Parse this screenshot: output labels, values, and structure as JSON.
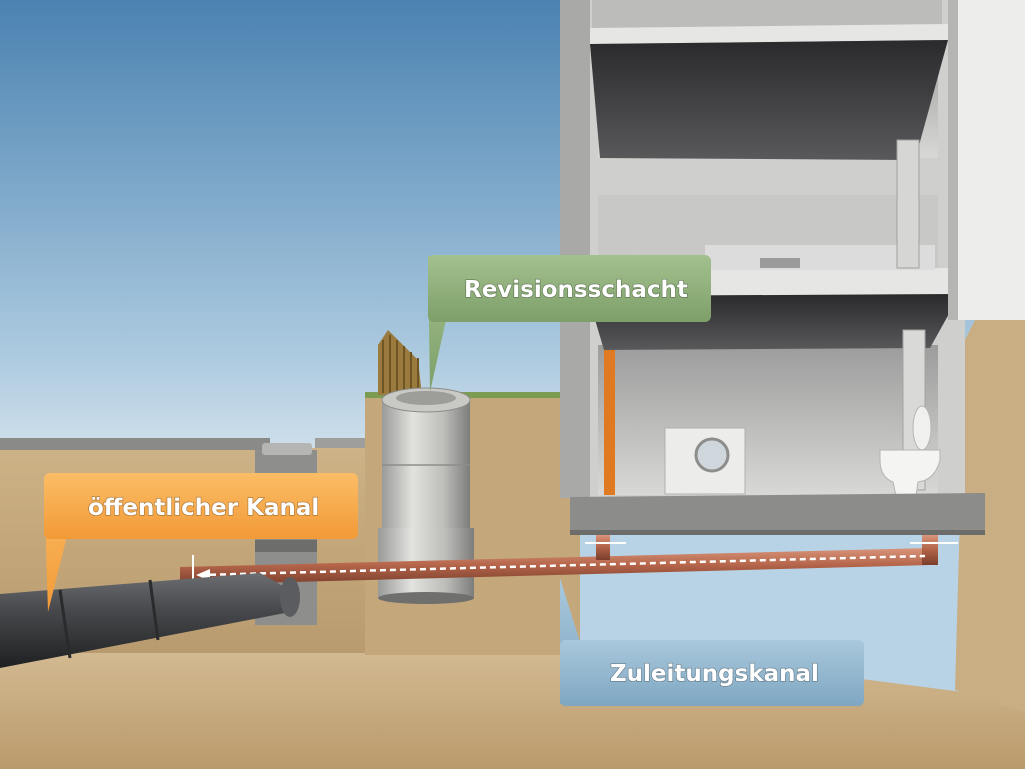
{
  "labels": {
    "public_sewer": "öffentlicher Kanal",
    "inspection_shaft": "Revisionsschacht",
    "connection_pipe": "Zuleitungskanal"
  },
  "colors": {
    "public_sewer_callout": "#f7a84a",
    "inspection_shaft_callout": "#8fb07a",
    "connection_pipe_callout": "#8fb3cc",
    "sky_top": "#4e86b4",
    "sky_bottom": "#c9dcea",
    "earth": "#c8ac7f",
    "connection_pipe": "#b56a4f",
    "public_sewer_pipe": "#3d3f42",
    "downpipe": "#e07a22"
  }
}
